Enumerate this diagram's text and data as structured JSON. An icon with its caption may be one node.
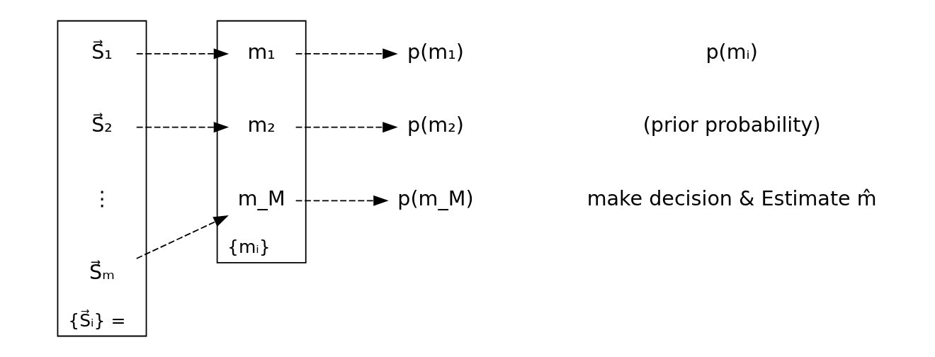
{
  "diagram": {
    "nodes": [
      {
        "text": [],
        "shape": "box",
        "beside": [
          "{S⃗ᵢ} ="
        ]
      },
      {
        "text": [
          "S⃗₁"
        ],
        "in": 0
      },
      {
        "text": [
          "S⃗₂"
        ],
        "in": 0
      },
      {
        "text": [
          "⋮"
        ],
        "in": 0
      },
      {
        "text": [
          "S⃗ₘ"
        ],
        "in": 0
      },
      {
        "text": [],
        "shape": "box",
        "beside": [
          "{mᵢ}"
        ]
      },
      {
        "text": [
          "m₁"
        ],
        "in": 5
      },
      {
        "text": [
          "m₂"
        ],
        "in": 5
      },
      {
        "text": [
          "m_M"
        ],
        "in": 5
      },
      {
        "text": [
          "p(m₁)"
        ]
      },
      {
        "text": [
          "p(m₂)"
        ]
      },
      {
        "text": [
          "p(m_M)"
        ]
      }
    ],
    "edges": [
      {
        "from": 1,
        "to": 6,
        "arrow": "to",
        "style": "dashed"
      },
      {
        "from": 2,
        "to": 7,
        "arrow": "to",
        "style": "dashed"
      },
      {
        "from": 4,
        "to": 8,
        "arrow": "to",
        "style": "dashed"
      },
      {
        "from": 6,
        "to": 9,
        "arrow": "to",
        "style": "dashed"
      },
      {
        "from": 7,
        "to": 10,
        "arrow": "to",
        "style": "dashed"
      },
      {
        "from": 8,
        "to": 11,
        "arrow": "to",
        "style": "dashed"
      }
    ],
    "labels": [
      "make decision & Estimate m̂",
      "p(mᵢ)",
      "(prior probability)"
    ]
  }
}
